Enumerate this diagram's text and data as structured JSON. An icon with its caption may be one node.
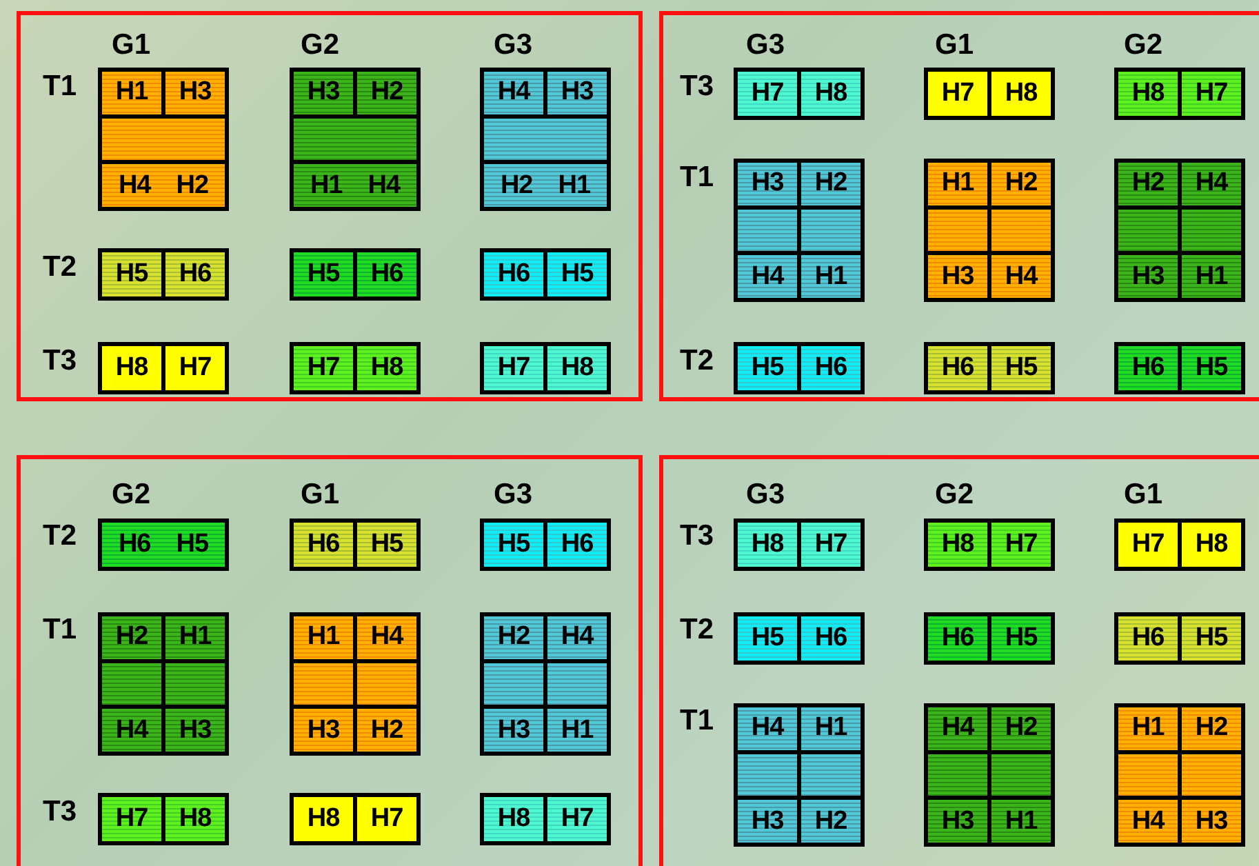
{
  "diagram": {
    "nodes": [
      {
        "text": [],
        "shape": "box"
      },
      {
        "text": [
          "H1",
          "H3",
          "H4",
          "H2"
        ],
        "in": 0
      },
      {
        "text": [
          "H3",
          "H2",
          "H1",
          "H4"
        ],
        "in": 0
      },
      {
        "text": [
          "H4",
          "H3",
          "H2",
          "H1"
        ],
        "in": 0
      },
      {
        "text": [
          "H5",
          "H6"
        ],
        "in": 0
      },
      {
        "text": [
          "H5",
          "H6"
        ],
        "in": 0
      },
      {
        "text": [
          "H6",
          "H5"
        ],
        "in": 0
      },
      {
        "text": [
          "H8",
          "H7"
        ],
        "in": 0
      },
      {
        "text": [
          "H7",
          "H8"
        ],
        "in": 0
      },
      {
        "text": [
          "H7",
          "H8"
        ],
        "in": 0
      },
      {
        "text": [],
        "shape": "box"
      },
      {
        "text": [
          "H7",
          "H8"
        ],
        "in": 10
      },
      {
        "text": [
          "H7",
          "H8"
        ],
        "in": 10
      },
      {
        "text": [
          "H8",
          "H7"
        ],
        "in": 10
      },
      {
        "text": [
          "H3",
          "H2",
          "H4",
          "H1"
        ],
        "in": 10
      },
      {
        "text": [
          "H1",
          "H2",
          "H3",
          "H4"
        ],
        "in": 10
      },
      {
        "text": [
          "H2",
          "H4",
          "H3",
          "H1"
        ],
        "in": 10
      },
      {
        "text": [
          "H5",
          "H6"
        ],
        "in": 10
      },
      {
        "text": [
          "H6",
          "H5"
        ],
        "in": 10
      },
      {
        "text": [
          "H6",
          "H5"
        ],
        "in": 10
      },
      {
        "text": [],
        "shape": "box"
      },
      {
        "text": [
          "H6",
          "H5"
        ],
        "in": 20
      },
      {
        "text": [
          "H6",
          "H5"
        ],
        "in": 20
      },
      {
        "text": [
          "H5",
          "H6"
        ],
        "in": 20
      },
      {
        "text": [
          "H2",
          "H1",
          "H4",
          "H3"
        ],
        "in": 20
      },
      {
        "text": [
          "H1",
          "H4",
          "H3",
          "H2"
        ],
        "in": 20
      },
      {
        "text": [
          "H2",
          "H4",
          "H3",
          "H1"
        ],
        "in": 20
      },
      {
        "text": [
          "H7",
          "H8"
        ],
        "in": 20
      },
      {
        "text": [
          "H8",
          "H7"
        ],
        "in": 20
      },
      {
        "text": [
          "H8",
          "H7"
        ],
        "in": 20
      },
      {
        "text": [],
        "shape": "box"
      },
      {
        "text": [
          "H8",
          "H7"
        ],
        "in": 30
      },
      {
        "text": [
          "H8",
          "H7"
        ],
        "in": 30
      },
      {
        "text": [
          "H7",
          "H8"
        ],
        "in": 30
      },
      {
        "text": [
          "H5",
          "H6"
        ],
        "in": 30
      },
      {
        "text": [
          "H6",
          "H5"
        ],
        "in": 30
      },
      {
        "text": [
          "H6",
          "H5"
        ],
        "in": 30
      },
      {
        "text": [
          "H4",
          "H1",
          "H3",
          "H2"
        ],
        "in": 30
      },
      {
        "text": [
          "H4",
          "H2",
          "H3",
          "H1"
        ],
        "in": 30
      },
      {
        "text": [
          "H1",
          "H2",
          "H4",
          "H3"
        ],
        "in": 30
      }
    ],
    "labels": [
      "G1",
      "G2",
      "G3",
      "T1",
      "T2",
      "T3",
      "G3",
      "G1",
      "G2",
      "T3",
      "T1",
      "T2",
      "G2",
      "G1",
      "G3",
      "T2",
      "T1",
      "T3",
      "G3",
      "G2",
      "G1",
      "T3",
      "T2",
      "T1"
    ]
  }
}
